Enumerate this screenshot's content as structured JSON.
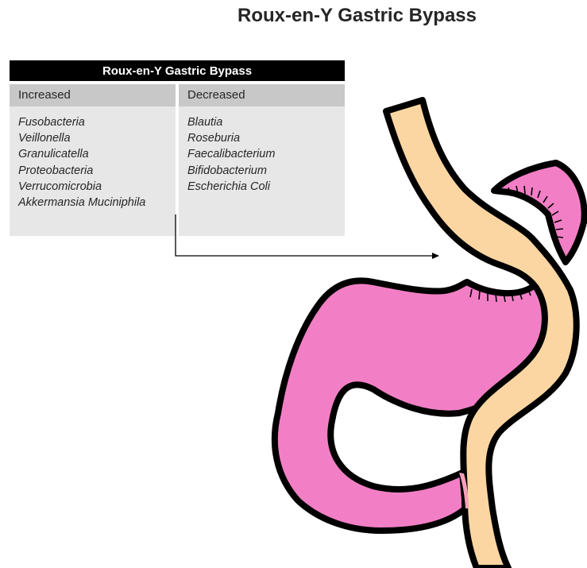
{
  "figure": {
    "title": "Roux-en-Y Gastric Bypass"
  },
  "table": {
    "header": "Roux-en-Y Gastric Bypass",
    "columns": [
      {
        "label": "Increased",
        "items": [
          "Fusobacteria",
          "Veillonella",
          "Granulicatella",
          "Proteobacteria",
          "Verrucomicrobia",
          "Akkermansia Muciniphila"
        ]
      },
      {
        "label": "Decreased",
        "items": [
          "Blautia",
          "Roseburia",
          "Faecalibacterium",
          "Bifidobacterium",
          "Escherichia Coli"
        ]
      }
    ]
  },
  "colors": {
    "stomach_remnant": "#f27fc5",
    "intestine_limb": "#fbd6a2",
    "outline": "#000000",
    "table_header_bg": "#000000",
    "column_header_bg": "#c8c8c8",
    "column_body_bg": "#e7e7e7"
  },
  "icons": [
    "arrow-icon"
  ]
}
